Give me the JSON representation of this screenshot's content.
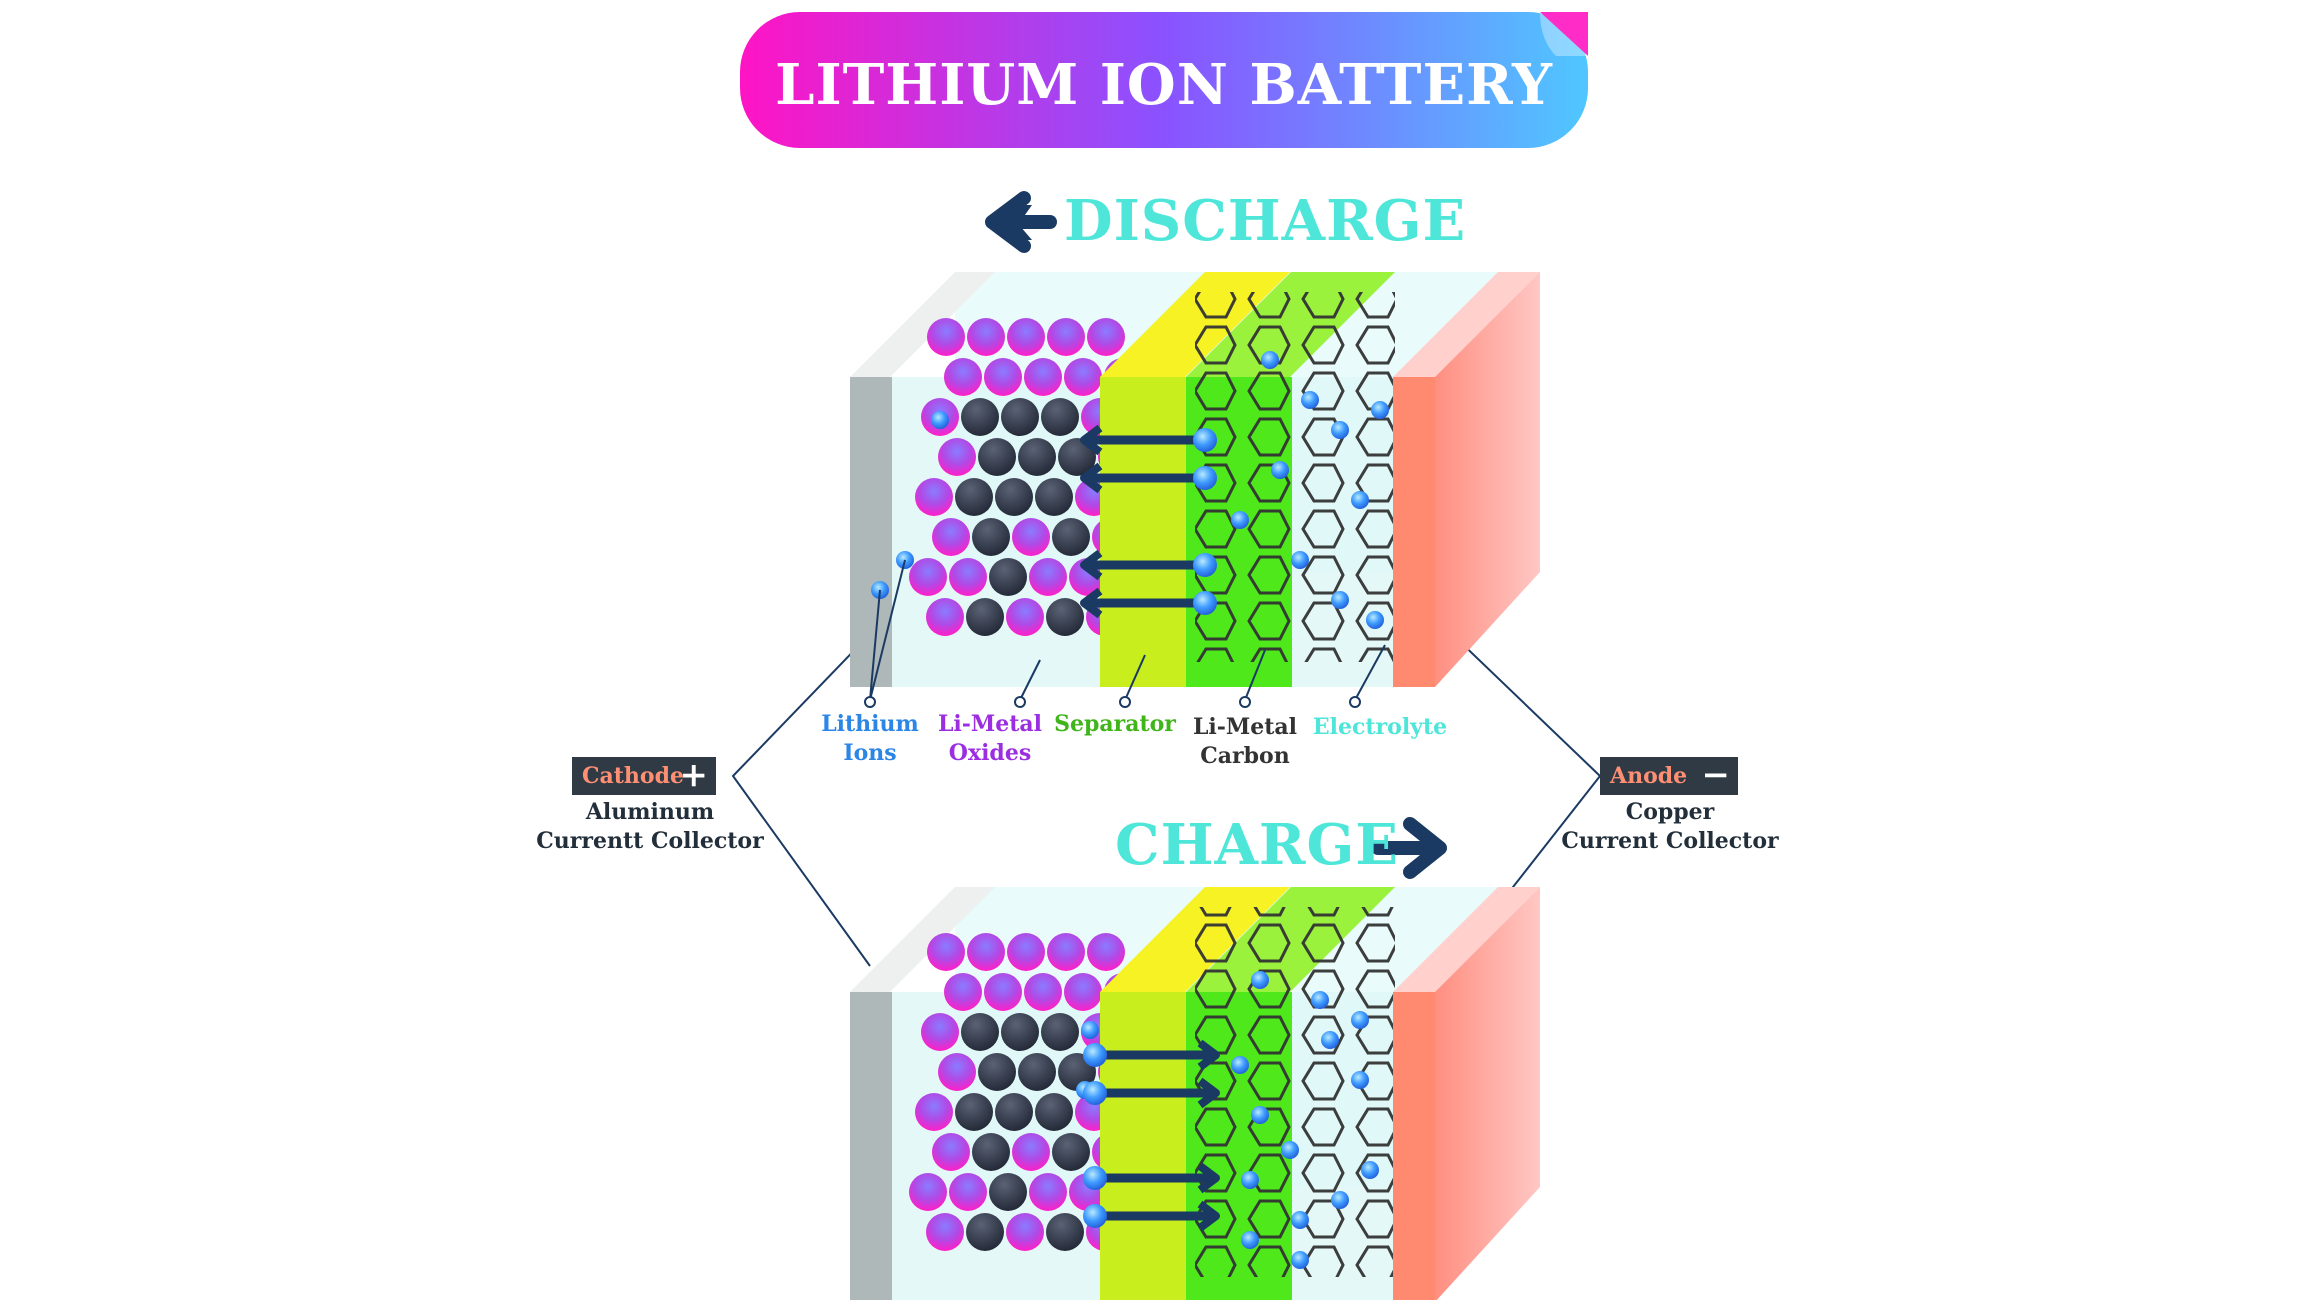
{
  "title": "LITHIUM ION BATTERY",
  "discharge": {
    "label": "DISCHARGE",
    "arrow": "left-arrow-icon"
  },
  "charge": {
    "label": "CHARGE",
    "arrow": "right-arrow-icon"
  },
  "labels": {
    "lithium_ions": {
      "line1": "Lithium",
      "line2": "Ions",
      "color": "#2b86e6"
    },
    "li_metal_oxides": {
      "line1": "Li-Metal",
      "line2": "Oxides",
      "color": "#9b2ee0"
    },
    "separator": {
      "line1": "Separator",
      "color": "#3fb51a"
    },
    "li_metal_carbon": {
      "line1": "Li-Metal",
      "line2": "Carbon",
      "color": "#333333"
    },
    "electrolyte": {
      "line1": "Electrolyte",
      "color": "#4ee6d9"
    }
  },
  "cathode": {
    "tag": "Cathode",
    "sign": "+",
    "line1": "Aluminum",
    "line2": "Currentt Collector"
  },
  "anode": {
    "tag": "Anode",
    "sign": "−",
    "line1": "Copper",
    "line2": "Current Collector"
  },
  "colors": {
    "title_gradient": [
      "#ff14c4",
      "#8a52ff",
      "#4fc7ff"
    ],
    "phase_text": "#4ee6d9",
    "arrow": "#1b3a63",
    "separator": "#c8ee1e",
    "carbon_layer": "#4ee81b",
    "anode_plate": "#ff8a70",
    "cathode_plate": "#aeb8b8",
    "electrolyte": "#dff7f7"
  }
}
